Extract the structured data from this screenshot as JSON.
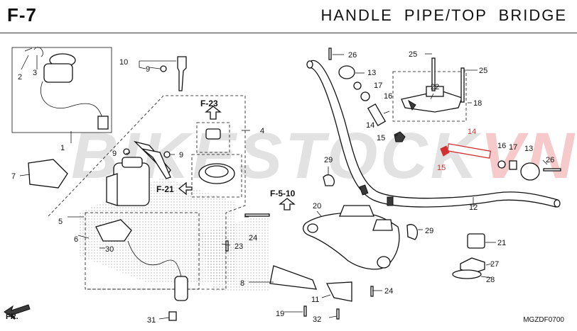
{
  "header": {
    "code": "F-7",
    "title": "HANDLE PIPE/TOP BRIDGE"
  },
  "watermark": {
    "main": "BIKESTOCK",
    "suffix": "VN"
  },
  "diagram_code": "MGZDF0700",
  "front_marker": "FR.",
  "refs": {
    "f23": "F-23",
    "f21": "F-21",
    "f510": "F-5-10"
  },
  "labels": {
    "l1": "1",
    "l2": "2",
    "l3": "3",
    "l4": "4",
    "l5": "5",
    "l6": "6",
    "l7": "7",
    "l8": "8",
    "l9a": "9",
    "l9b": "9",
    "l9c": "9",
    "l10": "10",
    "l11": "11",
    "l12": "12",
    "l13a": "13",
    "l13b": "13",
    "l14a": "14",
    "l14b": "14",
    "l15a": "15",
    "l15b": "15",
    "l16a": "16",
    "l16b": "16",
    "l17a": "17",
    "l17b": "17",
    "l18": "18",
    "l19": "19",
    "l20": "20",
    "l21": "21",
    "l22": "22",
    "l23": "23",
    "l24a": "24",
    "l24b": "24",
    "l25a": "25",
    "l25b": "25",
    "l26a": "26",
    "l26b": "26",
    "l27": "27",
    "l28": "28",
    "l29a": "29",
    "l29b": "29",
    "l30": "30",
    "l31": "31",
    "l32": "32"
  },
  "colors": {
    "highlight": "#d23030",
    "line": "#111111"
  }
}
